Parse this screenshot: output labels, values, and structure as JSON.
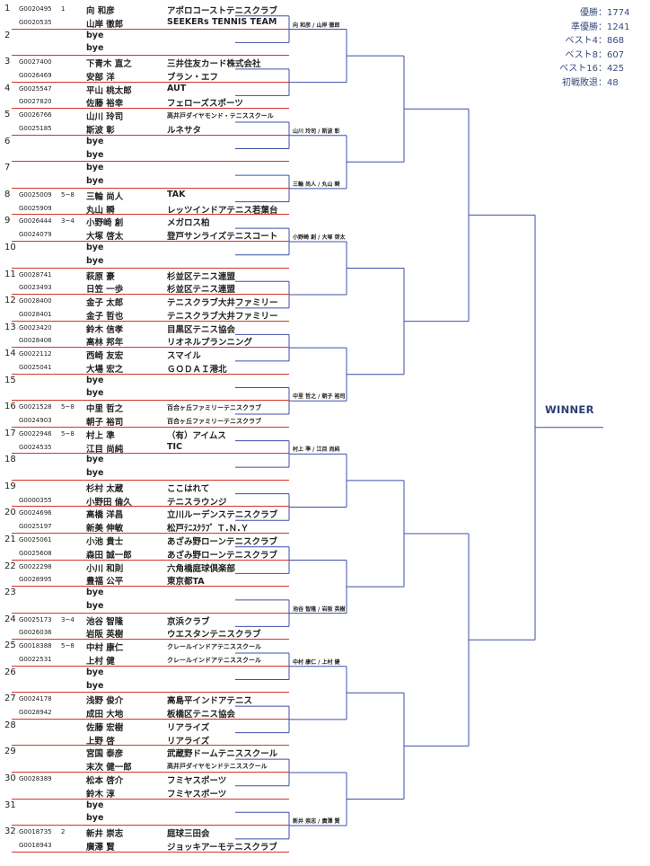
{
  "points": [
    {
      "label": "優勝",
      "value": "1774"
    },
    {
      "label": "準優勝",
      "value": "1241"
    },
    {
      "label": "ベスト4",
      "value": "868"
    },
    {
      "label": "ベスト8",
      "value": "607"
    },
    {
      "label": "ベスト16",
      "value": "425"
    },
    {
      "label": "初戦敗退",
      "value": "48"
    }
  ],
  "winner_label": "WINNER",
  "line_color": "#3d4fa8",
  "separator_color": "#d6342c",
  "draws": [
    {
      "num": "1",
      "seed": "1",
      "players": [
        {
          "id": "G0020495",
          "name": "向 和彦",
          "club": "アポロコーストテニスクラブ"
        },
        {
          "id": "G0020535",
          "name": "山岸 徹郎",
          "club": "SEEKERs TENNIS TEAM"
        }
      ]
    },
    {
      "num": "2",
      "seed": "",
      "players": [
        {
          "id": "",
          "name": "bye",
          "club": ""
        },
        {
          "id": "",
          "name": "bye",
          "club": ""
        }
      ]
    },
    {
      "num": "3",
      "seed": "",
      "players": [
        {
          "id": "G0027400",
          "name": "下青木 直之",
          "club": "三井住友カード株式会社"
        },
        {
          "id": "G0026469",
          "name": "安部 洋",
          "club": "ブラン・エフ"
        }
      ]
    },
    {
      "num": "4",
      "seed": "",
      "players": [
        {
          "id": "G0025547",
          "name": "平山 桃太郎",
          "club": "AUT"
        },
        {
          "id": "G0027820",
          "name": "佐藤 裕幸",
          "club": "フェローズスポーツ"
        }
      ]
    },
    {
      "num": "5",
      "seed": "",
      "players": [
        {
          "id": "G0026766",
          "name": "山川 玲司",
          "club": "高井戸ダイヤモンド・テニススクール",
          "small": true
        },
        {
          "id": "G0025185",
          "name": "斯波 彰",
          "club": "ルネサタ"
        }
      ]
    },
    {
      "num": "6",
      "seed": "",
      "players": [
        {
          "id": "",
          "name": "bye",
          "club": ""
        },
        {
          "id": "",
          "name": "bye",
          "club": ""
        }
      ]
    },
    {
      "num": "7",
      "seed": "",
      "players": [
        {
          "id": "",
          "name": "bye",
          "club": ""
        },
        {
          "id": "",
          "name": "bye",
          "club": ""
        }
      ]
    },
    {
      "num": "8",
      "seed": "5~8",
      "players": [
        {
          "id": "G0025009",
          "name": "三輪 尚人",
          "club": "TAK"
        },
        {
          "id": "G0025909",
          "name": "丸山 瞬",
          "club": "レッツインドアテニス若葉台"
        }
      ]
    },
    {
      "num": "9",
      "seed": "3~4",
      "players": [
        {
          "id": "G0026444",
          "name": "小野崎 創",
          "club": "メガロス柏"
        },
        {
          "id": "G0024079",
          "name": "大塚 啓太",
          "club": "登戸サンライズテニスコート"
        }
      ]
    },
    {
      "num": "10",
      "seed": "",
      "players": [
        {
          "id": "",
          "name": "bye",
          "club": ""
        },
        {
          "id": "",
          "name": "bye",
          "club": ""
        }
      ]
    },
    {
      "num": "11",
      "seed": "",
      "players": [
        {
          "id": "G0028741",
          "name": "萩原 豪",
          "club": "杉並区テニス連盟"
        },
        {
          "id": "G0023493",
          "name": "日笠 一歩",
          "club": "杉並区テニス連盟"
        }
      ]
    },
    {
      "num": "12",
      "seed": "",
      "players": [
        {
          "id": "G0028400",
          "name": "金子 太郎",
          "club": "テニスクラブ大井ファミリー"
        },
        {
          "id": "G0028401",
          "name": "金子 哲也",
          "club": "テニスクラブ大井ファミリー"
        }
      ]
    },
    {
      "num": "13",
      "seed": "",
      "players": [
        {
          "id": "G0023420",
          "name": "鈴木 信孝",
          "club": "目黒区テニス協会"
        },
        {
          "id": "G0028406",
          "name": "高林 邦年",
          "club": "リオネルプランニング"
        }
      ]
    },
    {
      "num": "14",
      "seed": "",
      "players": [
        {
          "id": "G0022112",
          "name": "西崎 友宏",
          "club": "スマイル"
        },
        {
          "id": "G0025041",
          "name": "大場 宏之",
          "club": "ＧＯＤＡＩ港北"
        }
      ]
    },
    {
      "num": "15",
      "seed": "",
      "players": [
        {
          "id": "",
          "name": "bye",
          "club": ""
        },
        {
          "id": "",
          "name": "bye",
          "club": ""
        }
      ]
    },
    {
      "num": "16",
      "seed": "5~8",
      "players": [
        {
          "id": "G0021528",
          "name": "中里 哲之",
          "club": "百合ヶ丘ファミリーテニスクラブ",
          "small": true
        },
        {
          "id": "G0024903",
          "name": "朝子 裕司",
          "club": "百合ヶ丘ファミリーテニスクラブ",
          "small": true
        }
      ]
    },
    {
      "num": "17",
      "seed": "5~8",
      "players": [
        {
          "id": "G0022946",
          "name": "村上 準",
          "club": "（有）アイムス"
        },
        {
          "id": "G0024535",
          "name": "江目 尚純",
          "club": "TIC"
        }
      ]
    },
    {
      "num": "18",
      "seed": "",
      "players": [
        {
          "id": "",
          "name": "bye",
          "club": ""
        },
        {
          "id": "",
          "name": "bye",
          "club": ""
        }
      ]
    },
    {
      "num": "19",
      "seed": "",
      "players": [
        {
          "id": "",
          "name": "杉村 太蔵",
          "club": "ここはれて"
        },
        {
          "id": "G0000355",
          "name": "小野田 倫久",
          "club": "テニスラウンジ"
        }
      ]
    },
    {
      "num": "20",
      "seed": "",
      "players": [
        {
          "id": "G0024696",
          "name": "高橋 洋昌",
          "club": "立川ルーデンステニスクラブ"
        },
        {
          "id": "G0025197",
          "name": "新美 伸敏",
          "club": "松戸ﾃﾆｽｸﾗﾌﾞ Ｔ.Ｎ.Ｙ"
        }
      ]
    },
    {
      "num": "21",
      "seed": "",
      "players": [
        {
          "id": "G0025061",
          "name": "小池 貴士",
          "club": "あざみ野ローンテニスクラブ"
        },
        {
          "id": "G0025608",
          "name": "森田 誠一郎",
          "club": "あざみ野ローンテニスクラブ"
        }
      ]
    },
    {
      "num": "22",
      "seed": "",
      "players": [
        {
          "id": "G0022298",
          "name": "小川 和則",
          "club": "六角橋庭球倶楽部"
        },
        {
          "id": "G0028995",
          "name": "豊福 公平",
          "club": "東京都TA"
        }
      ]
    },
    {
      "num": "23",
      "seed": "",
      "players": [
        {
          "id": "",
          "name": "bye",
          "club": ""
        },
        {
          "id": "",
          "name": "bye",
          "club": ""
        }
      ]
    },
    {
      "num": "24",
      "seed": "3~4",
      "players": [
        {
          "id": "G0025173",
          "name": "池谷 智隆",
          "club": "京浜クラブ"
        },
        {
          "id": "G0026036",
          "name": "岩阪 英樹",
          "club": "ウエスタンテニスクラブ"
        }
      ]
    },
    {
      "num": "25",
      "seed": "5~8",
      "players": [
        {
          "id": "G0018388",
          "name": "中村 康仁",
          "club": "クレールインドアテニススクール",
          "small": true
        },
        {
          "id": "G0022531",
          "name": "上村 健",
          "club": "クレールインドアテニススクール",
          "small": true
        }
      ]
    },
    {
      "num": "26",
      "seed": "",
      "players": [
        {
          "id": "",
          "name": "bye",
          "club": ""
        },
        {
          "id": "",
          "name": "bye",
          "club": ""
        }
      ]
    },
    {
      "num": "27",
      "seed": "",
      "players": [
        {
          "id": "G0024178",
          "name": "浅野 俊介",
          "club": "高島平インドアテニス"
        },
        {
          "id": "G0028942",
          "name": "成田 大地",
          "club": "板橋区テニス協会"
        }
      ]
    },
    {
      "num": "28",
      "seed": "",
      "players": [
        {
          "id": "",
          "name": "佐藤 宏樹",
          "club": "リアライズ"
        },
        {
          "id": "",
          "name": "上野 啓",
          "club": "リアライズ"
        }
      ]
    },
    {
      "num": "29",
      "seed": "",
      "players": [
        {
          "id": "",
          "name": "宮国 泰彦",
          "club": "武蔵野ドームテニススクール"
        },
        {
          "id": "",
          "name": "末次 健一郎",
          "club": "高井戸ダイヤモンドテニススクール",
          "small": true
        }
      ]
    },
    {
      "num": "30",
      "seed": "",
      "players": [
        {
          "id": "G0028389",
          "name": "松本 啓介",
          "club": "フミヤスポーツ"
        },
        {
          "id": "",
          "name": "鈴木 淳",
          "club": "フミヤスポーツ"
        }
      ]
    },
    {
      "num": "31",
      "seed": "",
      "players": [
        {
          "id": "",
          "name": "bye",
          "club": ""
        },
        {
          "id": "",
          "name": "bye",
          "club": ""
        }
      ]
    },
    {
      "num": "32",
      "seed": "2",
      "players": [
        {
          "id": "G0018735",
          "name": "新井 崇志",
          "club": "庭球三田会"
        },
        {
          "id": "G0018943",
          "name": "廣澤 賢",
          "club": "ジョッキアーモテニスクラブ"
        }
      ]
    }
  ],
  "advancers": [
    {
      "slot": 0,
      "text": "向 和彦 / 山岸 徹郎"
    },
    {
      "slot": 4,
      "text": "山川 玲司 / 斯波 彰"
    },
    {
      "slot": 6,
      "text": "三輪 尚人 / 丸山 瞬"
    },
    {
      "slot": 8,
      "text": "小野崎 創 / 大塚 啓太"
    },
    {
      "slot": 14,
      "text": "中里 哲之 / 朝子 裕司"
    },
    {
      "slot": 16,
      "text": "村上 準 / 江目 尚純"
    },
    {
      "slot": 22,
      "text": "池谷 智隆 / 岩阪 英樹"
    },
    {
      "slot": 24,
      "text": "中村 康仁 / 上村 健"
    },
    {
      "slot": 30,
      "text": "新井 崇志 / 廣澤 賢"
    }
  ]
}
